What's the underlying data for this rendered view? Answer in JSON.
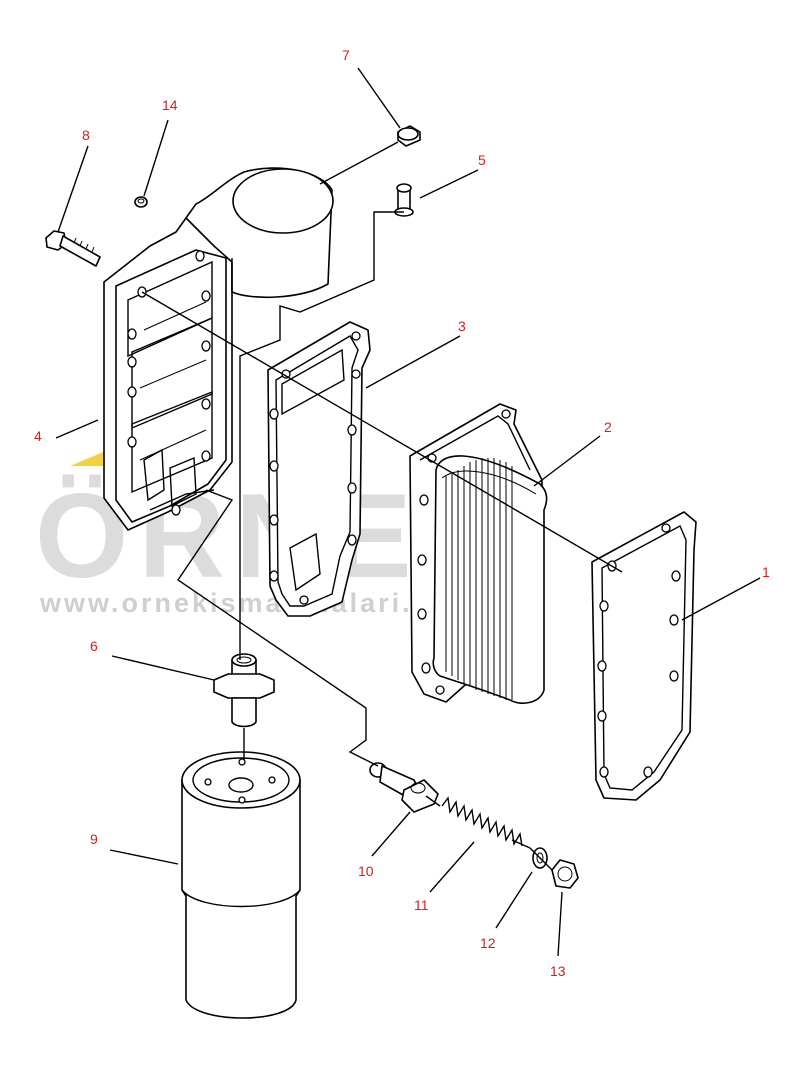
{
  "diagram": {
    "watermark": {
      "brand": "ÖRNEK",
      "url": "www.ornekismakinalari.com.tr",
      "accent_color": "#f2d23a"
    },
    "callouts": [
      {
        "id": "1",
        "label": "1"
      },
      {
        "id": "2",
        "label": "2"
      },
      {
        "id": "3",
        "label": "3"
      },
      {
        "id": "4",
        "label": "4"
      },
      {
        "id": "5",
        "label": "5"
      },
      {
        "id": "6",
        "label": "6"
      },
      {
        "id": "7",
        "label": "7"
      },
      {
        "id": "8",
        "label": "8"
      },
      {
        "id": "9",
        "label": "9"
      },
      {
        "id": "10",
        "label": "10"
      },
      {
        "id": "11",
        "label": "11"
      },
      {
        "id": "12",
        "label": "12"
      },
      {
        "id": "13",
        "label": "13"
      },
      {
        "id": "14",
        "label": "14"
      }
    ],
    "colors": {
      "callout_text": "#d42020",
      "linework": "#000000",
      "watermark": "#dcdcdc"
    }
  }
}
